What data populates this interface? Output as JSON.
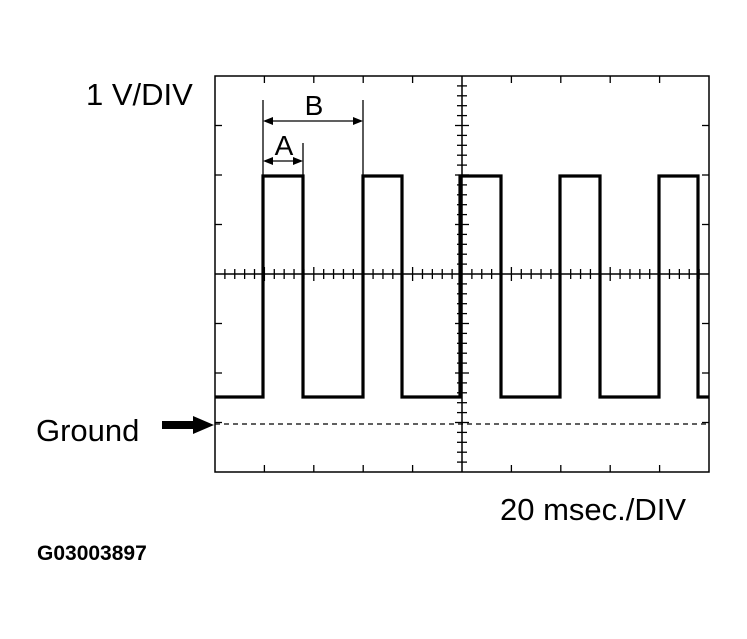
{
  "scope": {
    "voltage_scale": "1 V/DIV",
    "time_scale": "20 msec./DIV",
    "ground_label": "Ground",
    "measure_a_label": "A",
    "measure_b_label": "B",
    "waveform": "square",
    "trace_color": "#000000"
  },
  "figure_id": "G03003897"
}
